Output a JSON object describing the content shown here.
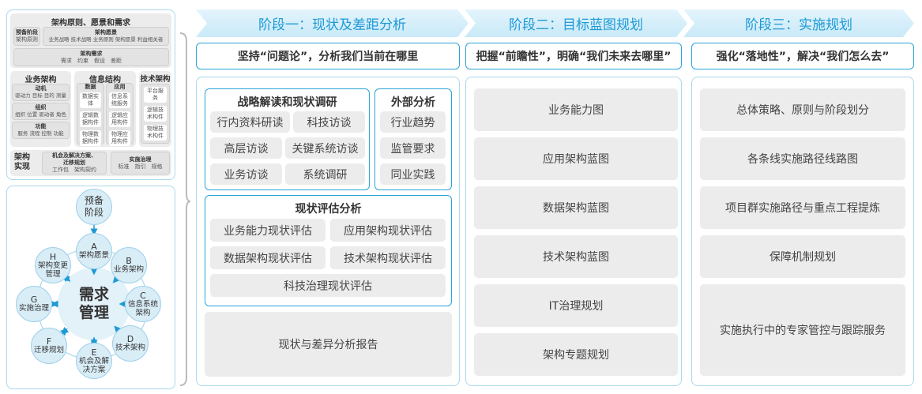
{
  "togaf_content": {
    "title": "架构原则、愿景和需求",
    "prelim": {
      "title": "预备阶段",
      "items": [
        "架构原则"
      ]
    },
    "vision": {
      "title": "架构愿景",
      "items": "业务战略 技术战略 业务原则 架构愿景 利益相关者"
    },
    "requirements": {
      "title": "架构需求",
      "items": "需求　约束　假设　差距"
    },
    "business": {
      "title": "业务架构",
      "groups": [
        {
          "title": "动机",
          "items": "驱动力 目标 目的 测量"
        },
        {
          "title": "组织",
          "items": "组织 位置 驱动者 角色"
        },
        {
          "title": "功能",
          "items": "服务 流程 控制 功能"
        }
      ]
    },
    "information": {
      "title": "信息结构",
      "data": {
        "title": "数据",
        "items": [
          "数据实体",
          "逻辑数据构件",
          "物理数据构件"
        ]
      },
      "app": {
        "title": "应用",
        "items": [
          "信息系统服务",
          "逻辑应用构件",
          "物理应用构件"
        ]
      }
    },
    "technology": {
      "title": "技术架构",
      "items": [
        "平台服务",
        "逻辑技术构件",
        "物理技术构件"
      ]
    },
    "realization": {
      "title": "架构实现",
      "opportunity": {
        "title": "机会及解决方案、迁移规划",
        "items": "工作包　架构契约"
      },
      "governance": {
        "title": "实施治理",
        "items": "标准　指引　规格"
      }
    }
  },
  "adm_cycle": {
    "center": "需求管理",
    "prelim": "预备阶段",
    "phases": [
      {
        "letter": "A",
        "label": "架构愿景"
      },
      {
        "letter": "B",
        "label": "业务架构"
      },
      {
        "letter": "C",
        "label": "信息系统架构"
      },
      {
        "letter": "D",
        "label": "技术架构"
      },
      {
        "letter": "E",
        "label": "机会及解决方案"
      },
      {
        "letter": "F",
        "label": "迁移规划"
      },
      {
        "letter": "G",
        "label": "实施治理"
      },
      {
        "letter": "H",
        "label": "架构变更管理"
      }
    ]
  },
  "stages": [
    {
      "title": "阶段一：现状及差距分析",
      "slogan": "坚持“问题论”，分析我们当前在哪里"
    },
    {
      "title": "阶段二：目标蓝图规划",
      "slogan": "把握“前瞻性”，明确“我们未来去哪里”"
    },
    {
      "title": "阶段三：实施规划",
      "slogan": "强化“落地性”，解决“我们怎么去”"
    }
  ],
  "stage1": {
    "strategy": {
      "title": "战略解读和现状调研",
      "items": [
        "行内资料研读",
        "科技访谈",
        "高层访谈",
        "关键系统访谈",
        "业务访谈",
        "系统调研"
      ]
    },
    "external": {
      "title": "外部分析",
      "items": [
        "行业趋势",
        "监管要求",
        "同业实践"
      ]
    },
    "assessment": {
      "title": "现状评估分析",
      "items": [
        "业务能力现状评估",
        "应用架构现状评估",
        "数据架构现状评估",
        "技术架构现状评估",
        "科技治理现状评估"
      ]
    },
    "report": "现状与差异分析报告"
  },
  "stage2": {
    "items": [
      "业务能力图",
      "应用架构蓝图",
      "数据架构蓝图",
      "技术架构蓝图",
      "IT治理规划",
      "架构专题规划"
    ]
  },
  "stage3": {
    "items": [
      "总体策略、原则与阶段划分",
      "各条线实施路径线路图",
      "项目群实施路径与重点工程提炼",
      "保障机制规划",
      "实施执行中的专家管控与跟踪服务"
    ]
  },
  "colors": {
    "accent": "#2aa5d8",
    "header_text": "#1d9ad6",
    "box_gray": "#ececec",
    "node_fill": "#d9edf7"
  }
}
